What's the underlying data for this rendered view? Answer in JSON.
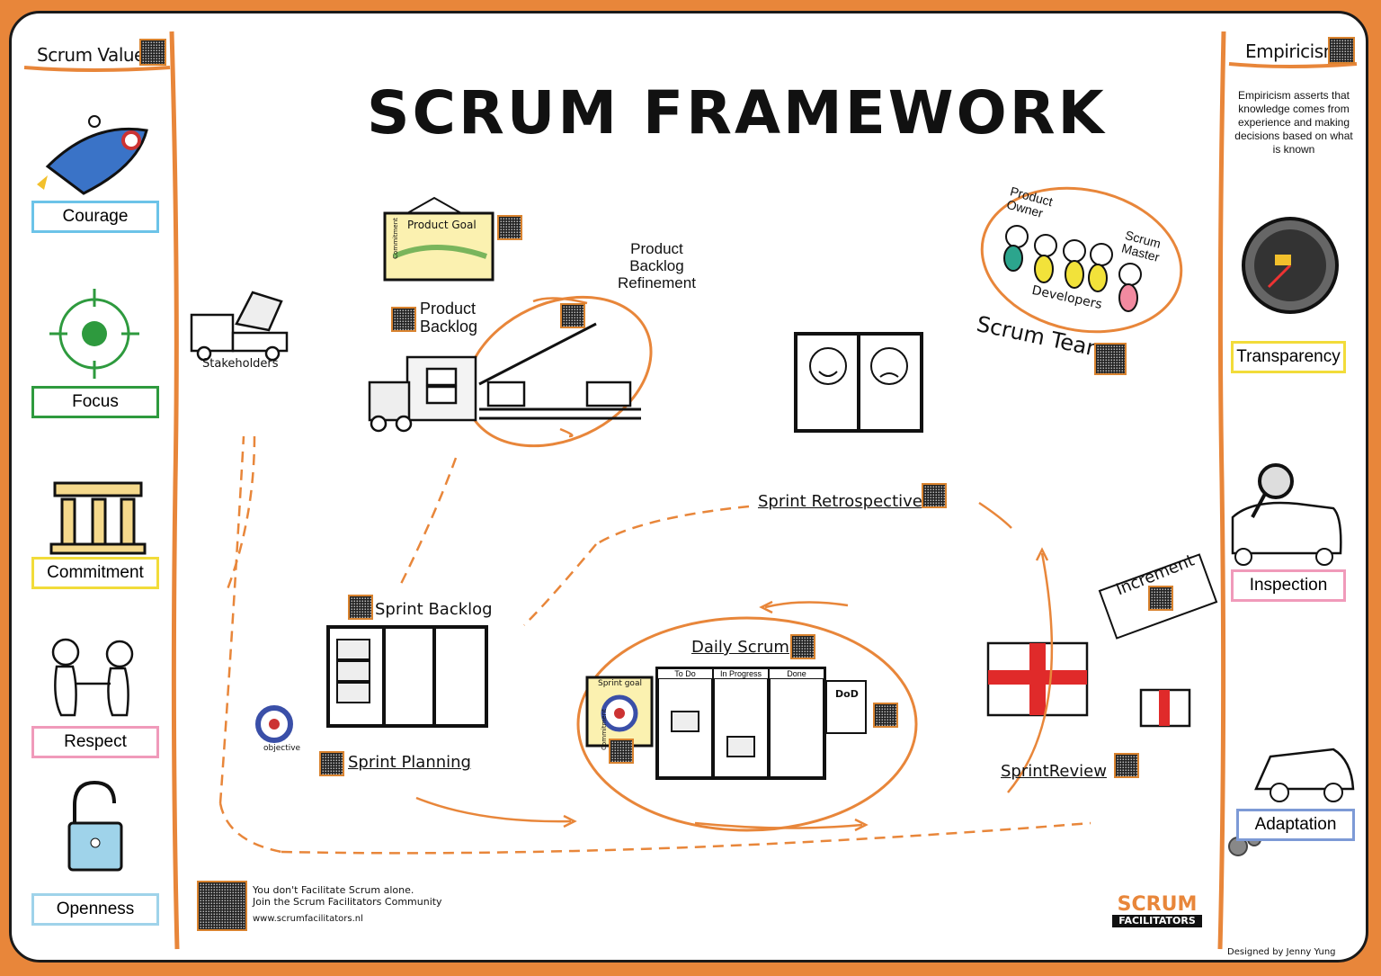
{
  "title": "SCRUM FRAMEWORK",
  "scrum_values": {
    "header": "Scrum Values",
    "items": [
      {
        "label": "Courage",
        "color": "#6cc3e8"
      },
      {
        "label": "Focus",
        "color": "#2e9a3e"
      },
      {
        "label": "Commitment",
        "color": "#f2dc3a"
      },
      {
        "label": "Respect",
        "color": "#f09aba"
      },
      {
        "label": "Openness",
        "color": "#9fd3ea"
      }
    ]
  },
  "empiricism": {
    "header": "Empiricism",
    "description": "Empiricism asserts that knowledge comes from experience and making decisions based on what is known",
    "items": [
      {
        "label": "Transparency",
        "color": "#f2dc3a"
      },
      {
        "label": "Inspection",
        "color": "#f09aba"
      },
      {
        "label": "Adaptation",
        "color": "#7d9ad6"
      }
    ]
  },
  "center": {
    "product_goal": "Product Goal",
    "commitment": "Commitment",
    "product_backlog_refinement": [
      "Product",
      "Backlog",
      "Refinement"
    ],
    "product_backlog": [
      "Product",
      "Backlog"
    ],
    "stakeholders": "Stakeholders",
    "scrum_team": {
      "product_owner": [
        "Product",
        "Owner"
      ],
      "scrum_master": [
        "Scrum",
        "Master"
      ],
      "developers": "Developers",
      "label": "Scrum Team"
    },
    "sprint_retrospective": "Sprint Retrospective",
    "sprint_backlog": "Sprint Backlog",
    "sprint_planning": "Sprint Planning",
    "objective": "objective",
    "daily_scrum": "Daily Scrum",
    "board_columns": [
      "To Do",
      "In Progress",
      "Done"
    ],
    "sprint_goal": "Sprint goal",
    "dod": "DoD",
    "increment": "Increment",
    "sprint_review": "SprintReview"
  },
  "footer": {
    "line1": "You don't Facilitate Scrum alone.",
    "line2": "Join the Scrum Facilitators Community",
    "url": "www.scrumfacilitators.nl",
    "logo_top": "SCRUM",
    "logo_bottom": "FACILITATORS",
    "credit": "Designed by Jenny Yung"
  }
}
